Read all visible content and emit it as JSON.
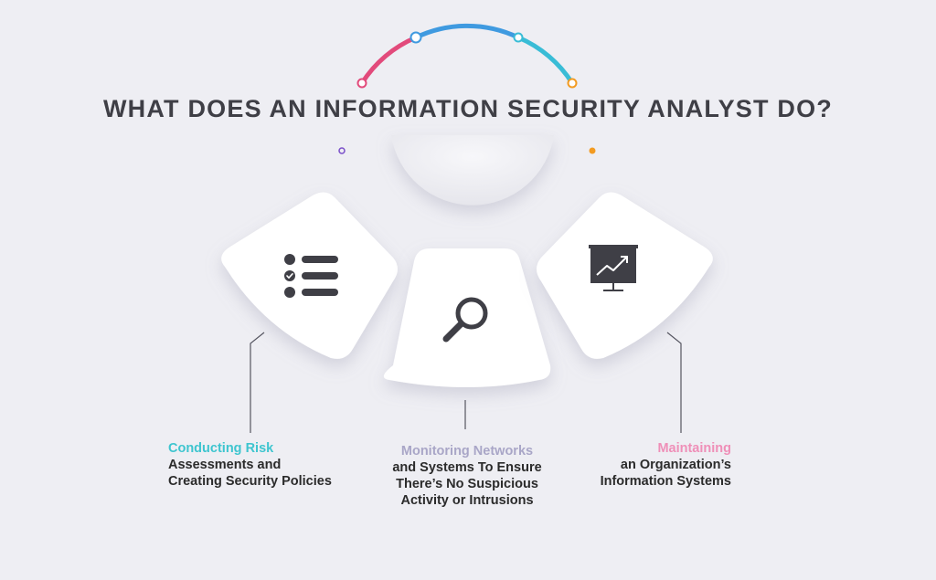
{
  "title": "WHAT DOES AN INFORMATION SECURITY ANALYST DO?",
  "colors": {
    "background": "#eeeef3",
    "arc_pink": "#e24a7b",
    "arc_blue": "#3f9ae0",
    "arc_cyan": "#39bcd6",
    "arc_orange": "#f39b21",
    "dot_purple": "#7a4fc9",
    "icon_dark": "#3f3f46",
    "teal": "#3ec5cf",
    "lavender": "#a9a6c7",
    "pink": "#ef8fb8"
  },
  "cards": [
    {
      "icon": "checklist-icon",
      "highlight": "Conducting Risk",
      "highlight_color": "#3ec5cf",
      "rest": [
        "Assessments and",
        "Creating Security Policies"
      ]
    },
    {
      "icon": "magnifier-icon",
      "highlight": "Monitoring Networks",
      "highlight_color": "#a9a6c7",
      "rest": [
        "and Systems To Ensure",
        "There’s No Suspicious",
        "Activity or Intrusions"
      ]
    },
    {
      "icon": "presentation-chart-icon",
      "highlight": "Maintaining",
      "highlight_color": "#ef8fb8",
      "rest": [
        "an Organization’s",
        "Information Systems"
      ]
    }
  ]
}
